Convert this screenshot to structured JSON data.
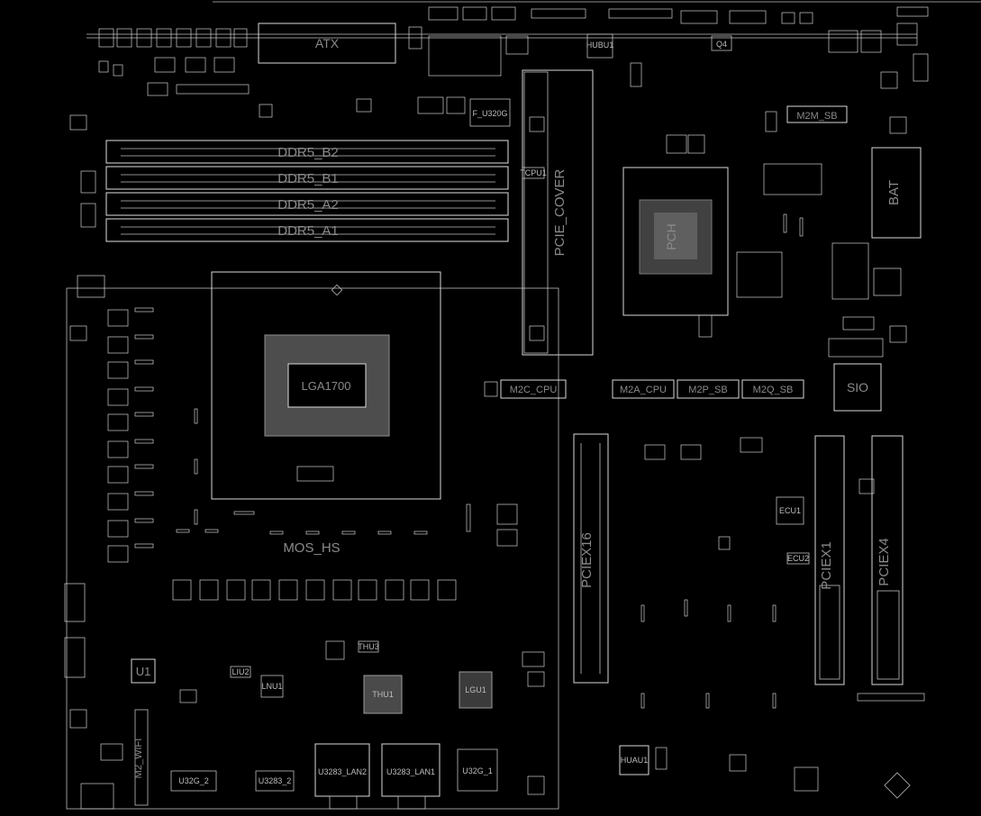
{
  "labels": {
    "atx": "ATX",
    "ddr_b2": "DDR5_B2",
    "ddr_b1": "DDR5_B1",
    "ddr_a2": "DDR5_A2",
    "ddr_a1": "DDR5_A1",
    "pcie_cover": "PCIE_COVER",
    "pch": "PCH",
    "bat": "BAT",
    "m2m_sb": "M2M_SB",
    "lga": "LGA1700",
    "m2c_cpu": "M2C_CPU",
    "m2a_cpu": "M2A_CPU",
    "m2p_sb": "M2P_SB",
    "m2q_sb": "M2Q_SB",
    "sio": "SIO",
    "pciex16": "PCIEX16",
    "pciex1": "PCIEX1",
    "pciex4": "PCIEX4",
    "mos_hs": "MOS_HS",
    "u1": "U1",
    "thu1": "THU1",
    "lgu1": "LGU1",
    "lnu1": "LNU1",
    "liu2": "LIU2",
    "thu3": "THU3",
    "huau1": "HUAU1",
    "ecu1": "ECU1",
    "ecu2": "ECU2",
    "q4": "Q4",
    "hubu1": "HUBU1",
    "m2_wifi": "M2_WIFI",
    "u3283_lan2": "U3283_LAN2",
    "u3283_lan1": "U3283_LAN1",
    "u3283_2": "U3283_2",
    "u32g_1": "U32G_1",
    "u32g_2": "U32G_2",
    "u320g": "F_U320G",
    "tcpu1": "TCPU1"
  },
  "colors": {
    "background": "#000000",
    "outline": "#d8d8d8",
    "label": "#8a8a8a"
  }
}
